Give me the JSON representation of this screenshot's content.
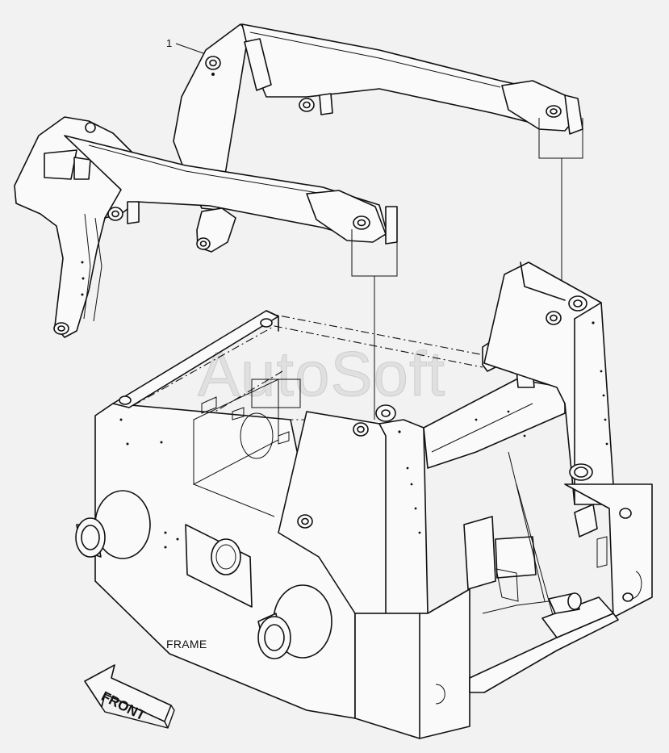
{
  "callout": {
    "number": "1"
  },
  "labels": {
    "assembly": "FRAME",
    "direction": "FRONT"
  },
  "watermark": {
    "text": "AutoSoft"
  },
  "parts": [
    {
      "id": "loader-arm-assembly",
      "callout": "1"
    },
    {
      "id": "main-frame",
      "caption": "FRAME"
    }
  ]
}
